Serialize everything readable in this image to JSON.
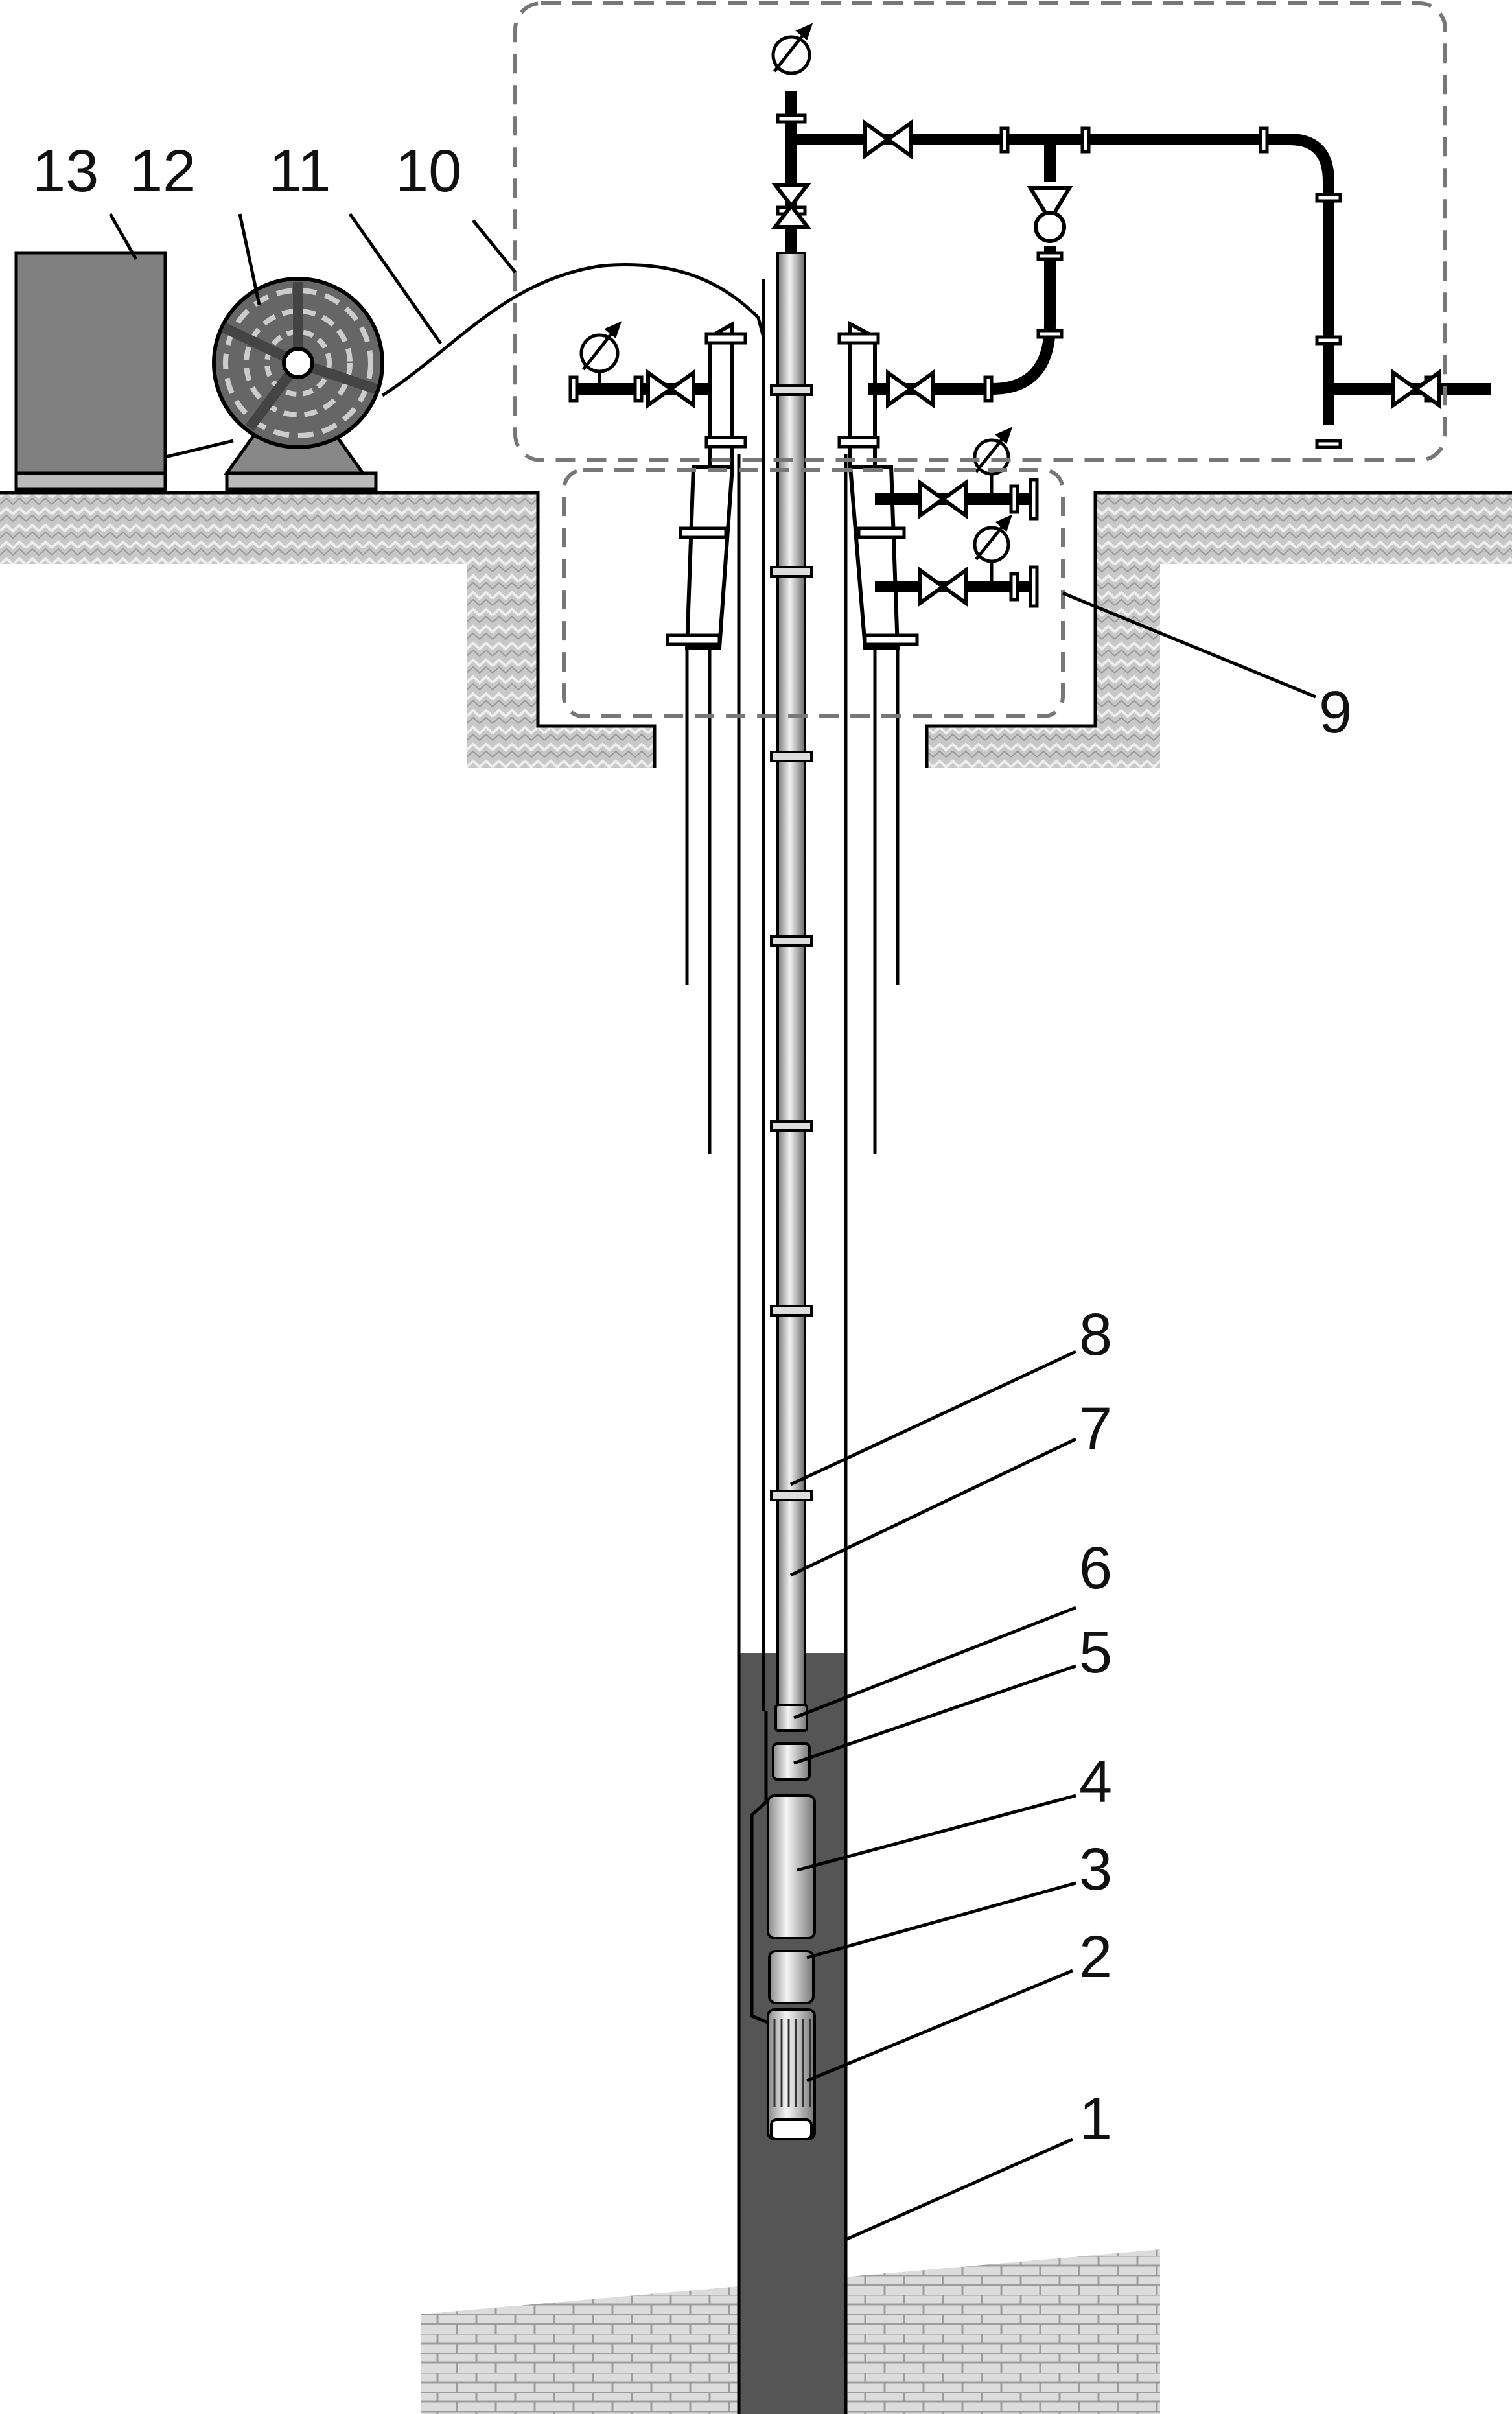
{
  "labels": [
    {
      "id": "1",
      "text": "1"
    },
    {
      "id": "2",
      "text": "2"
    },
    {
      "id": "3",
      "text": "3"
    },
    {
      "id": "4",
      "text": "4"
    },
    {
      "id": "5",
      "text": "5"
    },
    {
      "id": "6",
      "text": "6"
    },
    {
      "id": "7",
      "text": "7"
    },
    {
      "id": "8",
      "text": "8"
    },
    {
      "id": "9",
      "text": "9"
    },
    {
      "id": "10",
      "text": "10"
    },
    {
      "id": "11",
      "text": "11"
    },
    {
      "id": "12",
      "text": "12"
    },
    {
      "id": "13",
      "text": "13"
    }
  ],
  "colors": {
    "ground": "#c4c4c4",
    "fluid": "#555555",
    "equipment": "#808080",
    "pipe": "#000000",
    "boundary": "#777777"
  },
  "icons": [
    "pressure-gauge-icon",
    "gate-valve-icon",
    "check-valve-icon",
    "cable-drum-icon",
    "control-cabinet-icon"
  ]
}
